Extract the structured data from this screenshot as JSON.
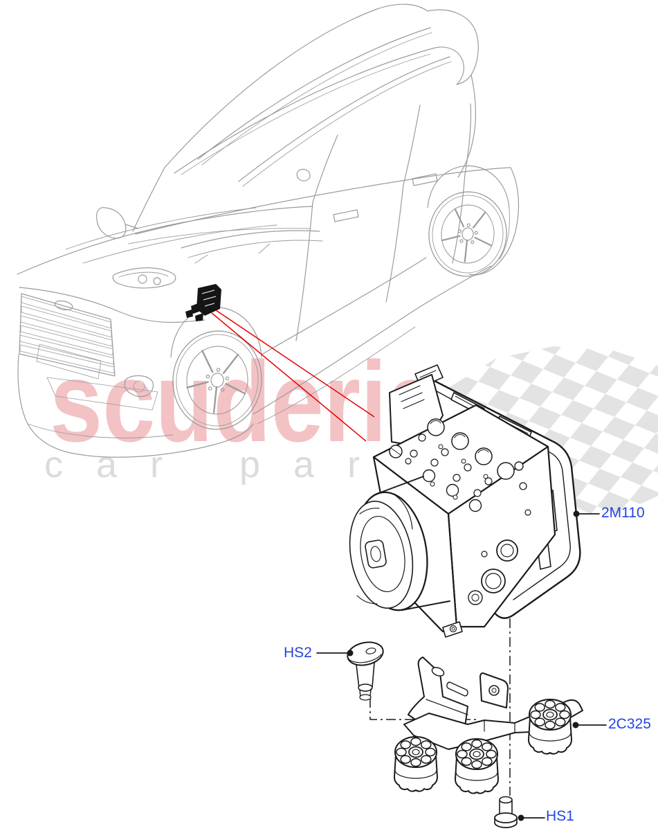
{
  "watermark": {
    "brand": "scuderia",
    "tagline": "car parts"
  },
  "part_labels": [
    {
      "code": "2M110",
      "part": "abs-modulator"
    },
    {
      "code": "HS2",
      "part": "bracket-screw-upper"
    },
    {
      "code": "2C325",
      "part": "anti-vibration-mount"
    },
    {
      "code": "HS1",
      "part": "bracket-screw-lower"
    }
  ],
  "colors": {
    "label_blue": "#2343e6",
    "leader_red": "#e60000",
    "drawing_black": "#1a1a1a",
    "car_line_gray": "#9b9b9b",
    "checker_gray": "#e3e3e3",
    "watermark_pink": "#f3c2c5",
    "watermark_gray": "#dbdbdb",
    "marker_black": "#151515",
    "page_bg": "#ffffff"
  }
}
